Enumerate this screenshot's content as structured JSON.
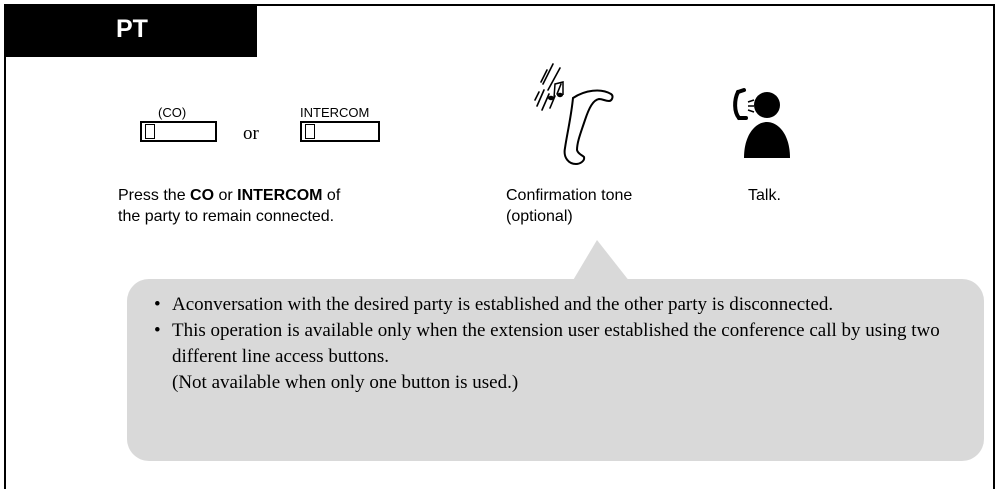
{
  "header": {
    "tab_label": "PT"
  },
  "steps": {
    "co_button_label": "(CO)",
    "intercom_button_label": "INTERCOM",
    "or_text": "or",
    "press_caption": {
      "line1_prefix": "Press the ",
      "co": "CO",
      "line1_middle": " or ",
      "intercom": "INTERCOM",
      "line1_suffix": " of",
      "line2": "the party to remain connected."
    },
    "tone_caption": {
      "line1": "Confirmation tone",
      "line2": "(optional)"
    },
    "talk_caption": "Talk."
  },
  "notes": {
    "bullet": "•",
    "item1": "Aconversation with the desired party is established and the other party is disconnected.",
    "item2_line1": "This operation is available only when the extension user established the conference call by using two different line access buttons.",
    "item2_line2": "(Not available when only one button is used.)"
  },
  "icons": {
    "tone": "handset-ringing-icon",
    "talk": "person-talking-icon"
  }
}
